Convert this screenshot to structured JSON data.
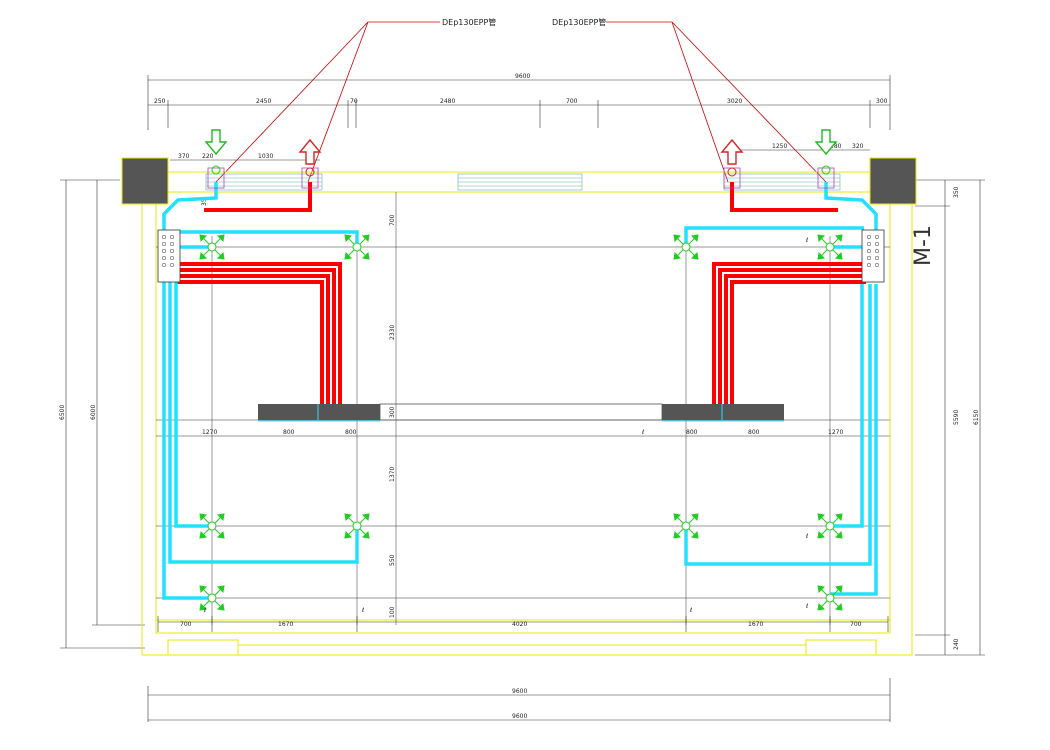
{
  "callouts": {
    "left": "DEp130EPP管",
    "right": "DEp130EPP管"
  },
  "room_mark": "M-1",
  "dims": {
    "top_overall": "9600",
    "top_segments": [
      "250",
      "2450",
      "70",
      "2480",
      "700",
      "3020",
      "300"
    ],
    "top_left_small": [
      "370",
      "220",
      "1030"
    ],
    "top_right_small": [
      "1250",
      "280",
      "320"
    ],
    "left_outer": "6500",
    "left_inner": "6000",
    "right_inner": "5590",
    "right_outer": "6150",
    "right_top": "350",
    "right_bottom": "240",
    "center_vertical": [
      "700",
      "2330",
      "300",
      "1370",
      "550",
      "100"
    ],
    "pipe_note": "35",
    "mid_left": [
      "1270",
      "800",
      "800"
    ],
    "mid_right": [
      "800",
      "800",
      "1270"
    ],
    "bottom_segments": [
      "700",
      "1670",
      "4020",
      "1670",
      "700"
    ],
    "bottom_overall_1": "9600",
    "bottom_overall_2": "9600",
    "valve_tag": "ℓ"
  },
  "colors": {
    "wall": "#e8e800",
    "supply_pipe": "#ff0000",
    "return_pipe": "#22e0ff",
    "outlet": "#22dd22",
    "block": "#555555",
    "dimension": "#333333",
    "callout_line": "#cc0000"
  },
  "icons": [
    "down-arrow-icon",
    "up-arrow-icon",
    "four-way-outlet-icon",
    "manifold-icon"
  ]
}
